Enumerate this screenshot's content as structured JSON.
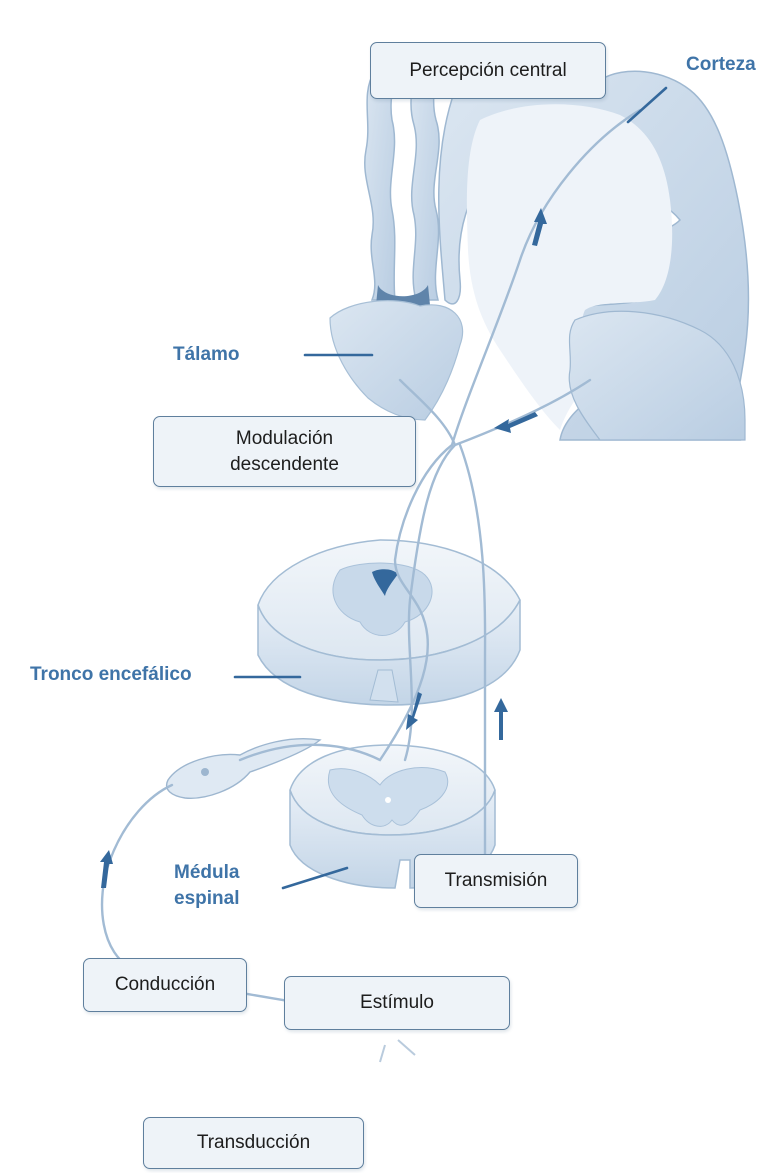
{
  "boxes": {
    "percepcion_central": "Percepción central",
    "modulacion_line1": "Modulación",
    "modulacion_line2": "descendente",
    "transmision": "Transmisión",
    "conduccion": "Conducción",
    "estimulo": "Estímulo",
    "transduccion": "Transducción"
  },
  "labels": {
    "corteza": "Corteza",
    "talamo": "Tálamo",
    "tronco_encefalico": "Tronco encefálico",
    "medula_line1": "Médula",
    "medula_line2": "espinal"
  },
  "colors": {
    "accent": "#3f74a8",
    "tissue": "#cddceb",
    "tissue_light": "#e6eef6",
    "outline": "#8fabc7",
    "box_fill": "#eef3f8",
    "box_border": "#5f7f9d",
    "arrow": "#34689c"
  }
}
